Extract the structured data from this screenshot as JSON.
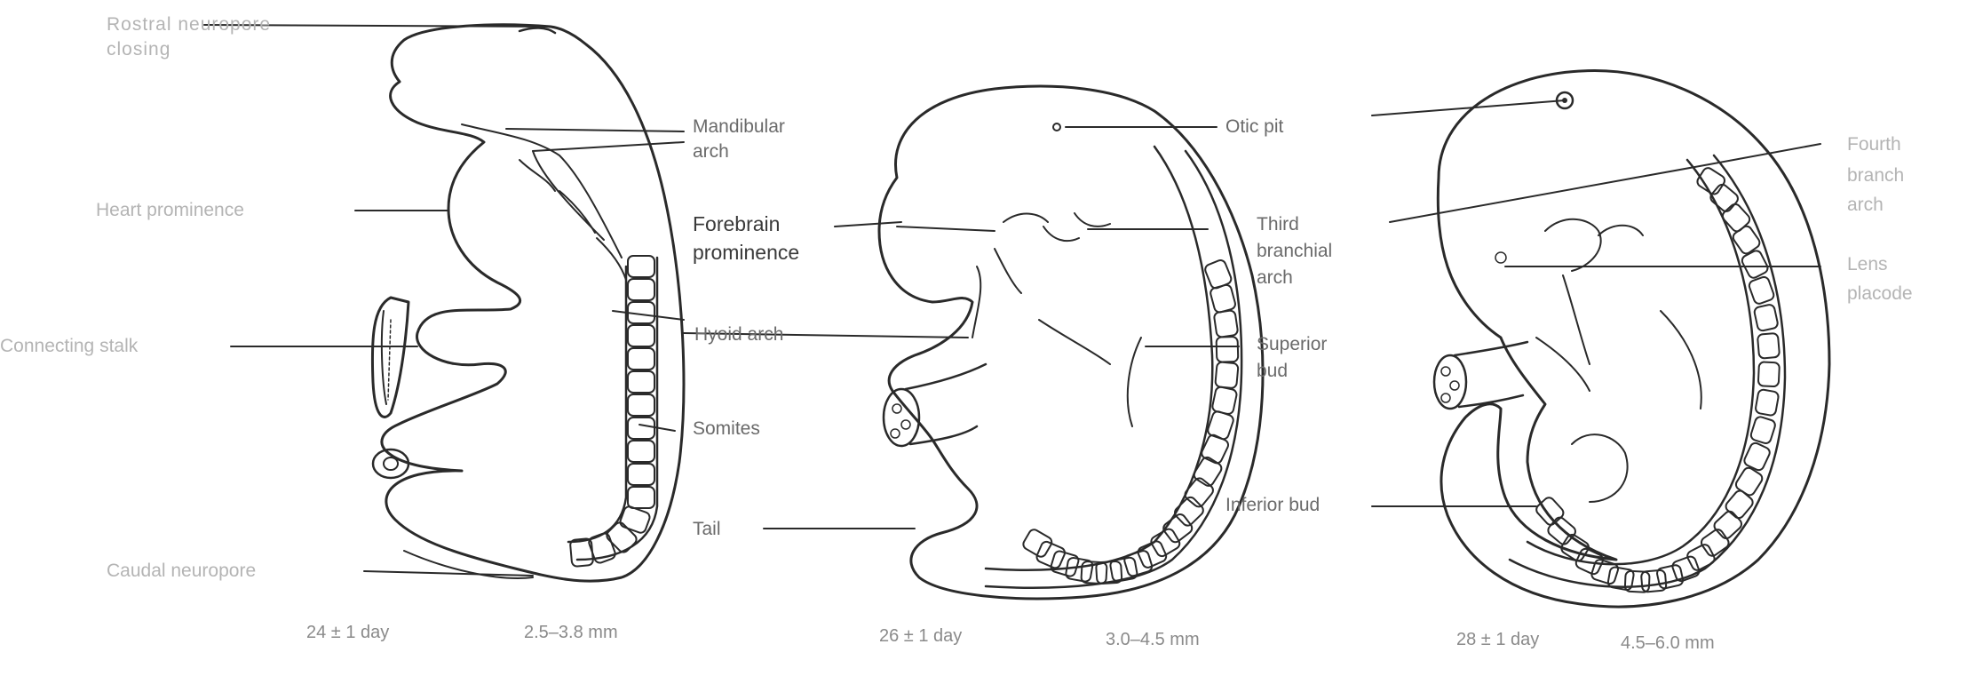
{
  "labels": {
    "rostral_neuropore": "Rostral neuropore closing",
    "heart_prominence": "Heart prominence",
    "connecting_stalk": "Connecting stalk",
    "caudal_neuropore": "Caudal neuropore",
    "mandibular_arch_1": "Mandibular",
    "mandibular_arch_2": "arch",
    "forebrain_1": "Forebrain",
    "forebrain_2": "prominence",
    "hyoid_arch": "Hyoid arch",
    "somites": "Somites",
    "tail": "Tail",
    "otic_pit": "Otic pit",
    "third_branchial_1": "Third",
    "third_branchial_2": "branchial",
    "third_branchial_3": "arch",
    "superior_bud_1": "Superior",
    "superior_bud_2": "bud",
    "inferior_bud": "Inferior bud",
    "fourth_branchial_1": "Fourth",
    "fourth_branchial_2": "branch",
    "fourth_branchial_3": "arch",
    "lens_placode_1": "Lens",
    "lens_placode_2": "placode"
  },
  "captions": {
    "stage1_age": "24 ± 1 day",
    "stage1_size": "2.5–3.8 mm",
    "stage2_age": "26 ± 1 day",
    "stage2_size": "3.0–4.5 mm",
    "stage3_age": "28 ± 1 day",
    "stage3_size": "4.5–6.0 mm"
  }
}
